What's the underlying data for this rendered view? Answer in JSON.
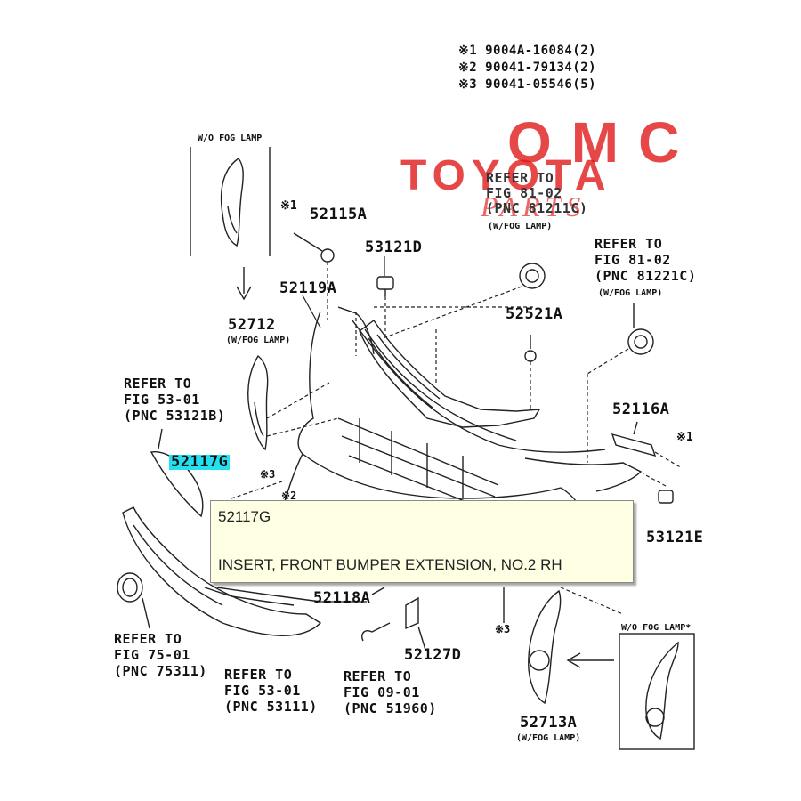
{
  "fastener_notes": [
    {
      "mark": "※1",
      "part": "9004A-16084(2)"
    },
    {
      "mark": "※2",
      "part": "90041-79134(2)"
    },
    {
      "mark": "※3",
      "part": "90041-05546(5)"
    }
  ],
  "watermark": {
    "brand": "OMC",
    "line2": "TOYOTA",
    "line3": "PARTS",
    "color": "#e01616"
  },
  "labels": {
    "wo_fog_lamp_top": "W/O FOG LAMP",
    "wo_fog_lamp_bottom": "W/O FOG LAMP*",
    "p52115A": "52115A",
    "p53121D": "53121D",
    "p52119A": "52119A",
    "p52712": "52712",
    "w_fog_lamp_52712": "(W/FOG LAMP)",
    "ref_81_02_top": [
      "REFER TO",
      "FIG 81-02",
      "(PNC 81211C)"
    ],
    "w_fog_lamp_top": "(W/FOG LAMP)",
    "ref_81_02_right": [
      "REFER TO",
      "FIG 81-02",
      "(PNC 81221C)"
    ],
    "w_fog_lamp_right": "(W/FOG LAMP)",
    "p52521A": "52521A",
    "ref_53_01_left": [
      "REFER TO",
      "FIG 53-01",
      "(PNC 53121B)"
    ],
    "p52116A": "52116A",
    "mark1_left": "※1",
    "mark1_right": "※1",
    "p52117G": "52117G",
    "mark3_a": "※3",
    "mark2_a": "※2",
    "p53121E": "53121E",
    "p52118A": "52118A",
    "ref_75_01": [
      "REFER TO",
      "FIG 75-01",
      "(PNC 75311)"
    ],
    "ref_53_01_bottom": [
      "REFER TO",
      "FIG 53-01",
      "(PNC 53111)"
    ],
    "ref_09_01": [
      "REFER TO",
      "FIG 09-01",
      "(PNC 51960)"
    ],
    "p52127D": "52127D",
    "mark3_b": "※3",
    "p52713A": "52713A",
    "w_fog_lamp_52713A": "(W/FOG LAMP)"
  },
  "tooltip": {
    "part_number": "52117G",
    "description": "INSERT, FRONT BUMPER EXTENSION, NO.2 RH",
    "highlight_color": "#22e0f0"
  }
}
